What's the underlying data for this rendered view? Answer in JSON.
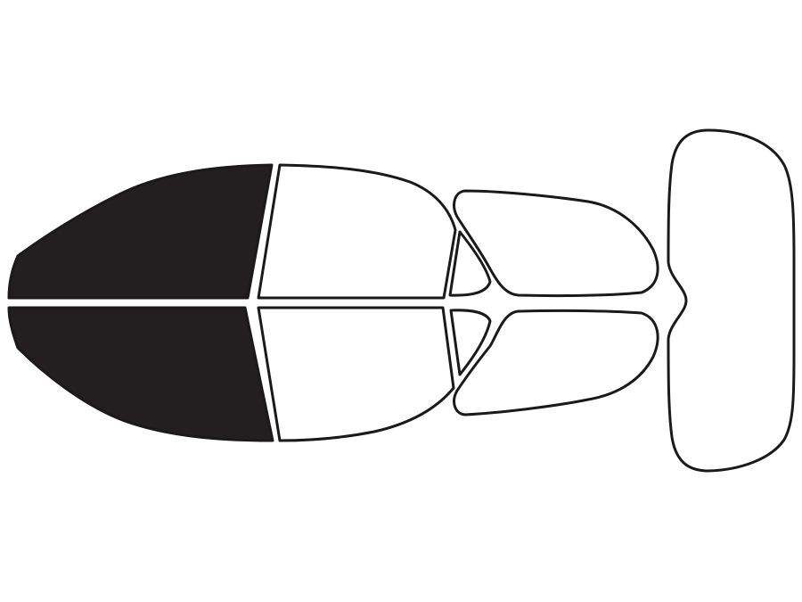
{
  "colors": {
    "background": "#ffffff",
    "outline": "#1a1a1a",
    "tinted": "#231f20",
    "clear": "#ffffff"
  },
  "windows": [
    {
      "id": "front-door-upper",
      "tinted": true
    },
    {
      "id": "front-door-lower",
      "tinted": true
    },
    {
      "id": "rear-door-upper",
      "tinted": false
    },
    {
      "id": "rear-door-lower",
      "tinted": false
    },
    {
      "id": "quarter-vent-upper",
      "tinted": false
    },
    {
      "id": "quarter-vent-lower",
      "tinted": false
    },
    {
      "id": "quarter-glass-upper",
      "tinted": false
    },
    {
      "id": "quarter-glass-lower",
      "tinted": false
    },
    {
      "id": "rear-windshield",
      "tinted": false
    }
  ]
}
